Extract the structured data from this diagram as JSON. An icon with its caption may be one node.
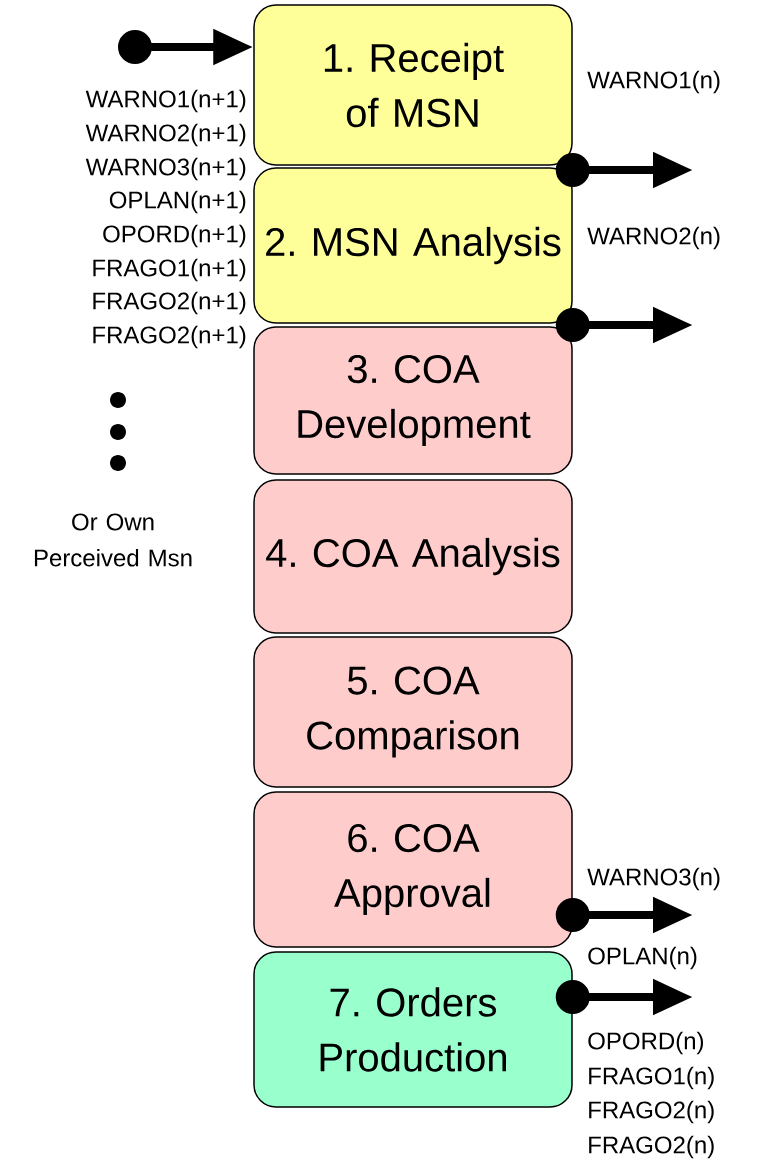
{
  "diagram": {
    "nodes": [
      {
        "text": [
          "1. Receipt of MSN"
        ]
      },
      {
        "text": [
          "2. MSN Analysis"
        ]
      },
      {
        "text": [
          "3. COA Development"
        ]
      },
      {
        "text": [
          "4. COA Analysis"
        ]
      },
      {
        "text": [
          "5. COA Comparison"
        ]
      },
      {
        "text": [
          "6. COA Approval"
        ]
      },
      {
        "text": [
          "7. Orders Production"
        ]
      }
    ],
    "edges": [
      {
        "from": null,
        "to": 0,
        "arrow": "to"
      },
      {
        "from": 0,
        "to": null,
        "arrow": "to"
      },
      {
        "from": 1,
        "to": null,
        "arrow": "to"
      },
      {
        "from": 5,
        "to": null,
        "arrow": "to"
      },
      {
        "from": 6,
        "to": null,
        "arrow": "to"
      }
    ],
    "labels": [
      "WARNO1(n+1)",
      "WARNO2(n+1)",
      "WARNO3(n+1)",
      "OPLAN(n+1)",
      "OPORD(n+1)",
      "FRAGO1(n+1)",
      "FRAGO2(n+1)",
      "FRAGO2(n+1)",
      "Or Own Perceived Msn",
      "WARNO1(n)",
      "WARNO2(n)",
      "WARNO3(n)",
      "OPLAN(n)",
      "OPORD(n)",
      "FRAGO1(n)",
      "FRAGO2(n)",
      "FRAGO2(n)"
    ]
  }
}
